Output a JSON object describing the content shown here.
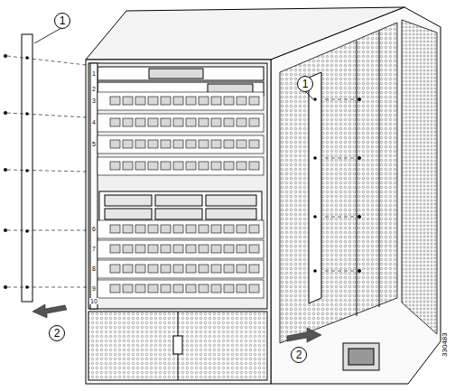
{
  "diagram": {
    "labels": [
      "1",
      "1",
      "2",
      "2",
      "330483",
      "1",
      "2",
      "3",
      "4",
      "5",
      "6",
      "7",
      "8",
      "9",
      "10"
    ]
  }
}
